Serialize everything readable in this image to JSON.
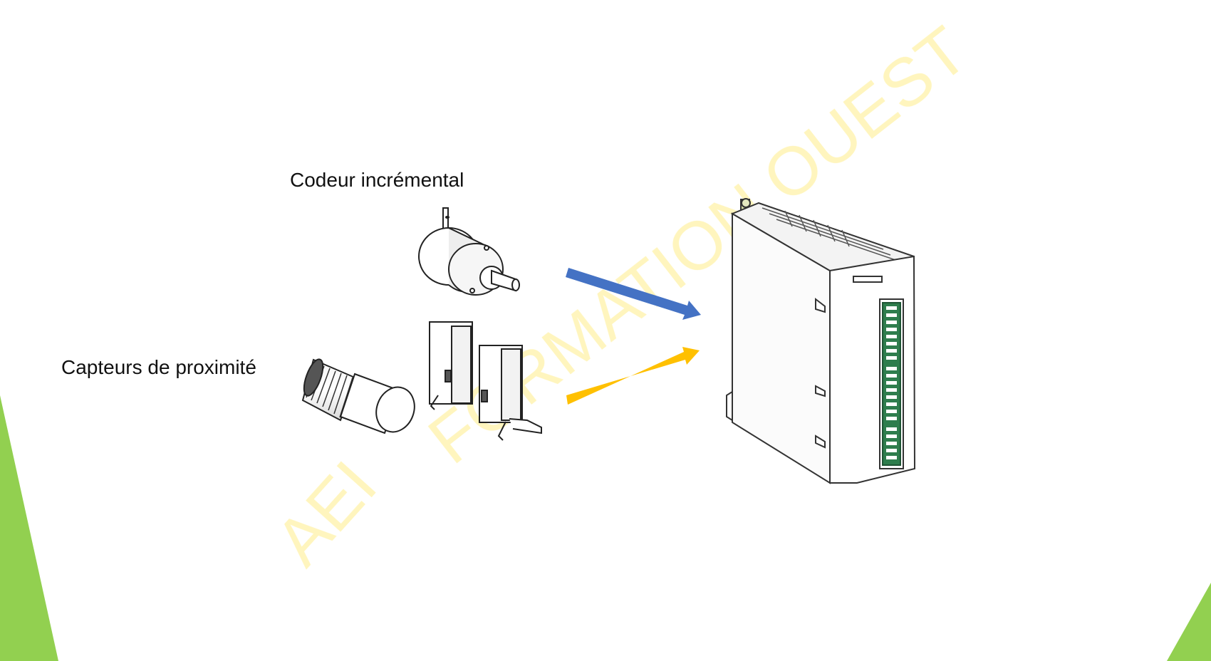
{
  "labels": {
    "encoder": "Codeur incrémental",
    "proximity_sensors": "Capteurs de proximité"
  },
  "watermark": {
    "left": "AEI",
    "right": "FORMATION OUEST"
  },
  "colors": {
    "arrow_encoder": "#4472C4",
    "arrow_proximity": "#FFC000",
    "accent_green": "#92D050",
    "watermark": "#FFF2A8"
  },
  "icons": [
    "incremental-encoder-icon",
    "inductive-proximity-sensor-icon",
    "limit-switch-icon",
    "plc-input-module-icon"
  ]
}
